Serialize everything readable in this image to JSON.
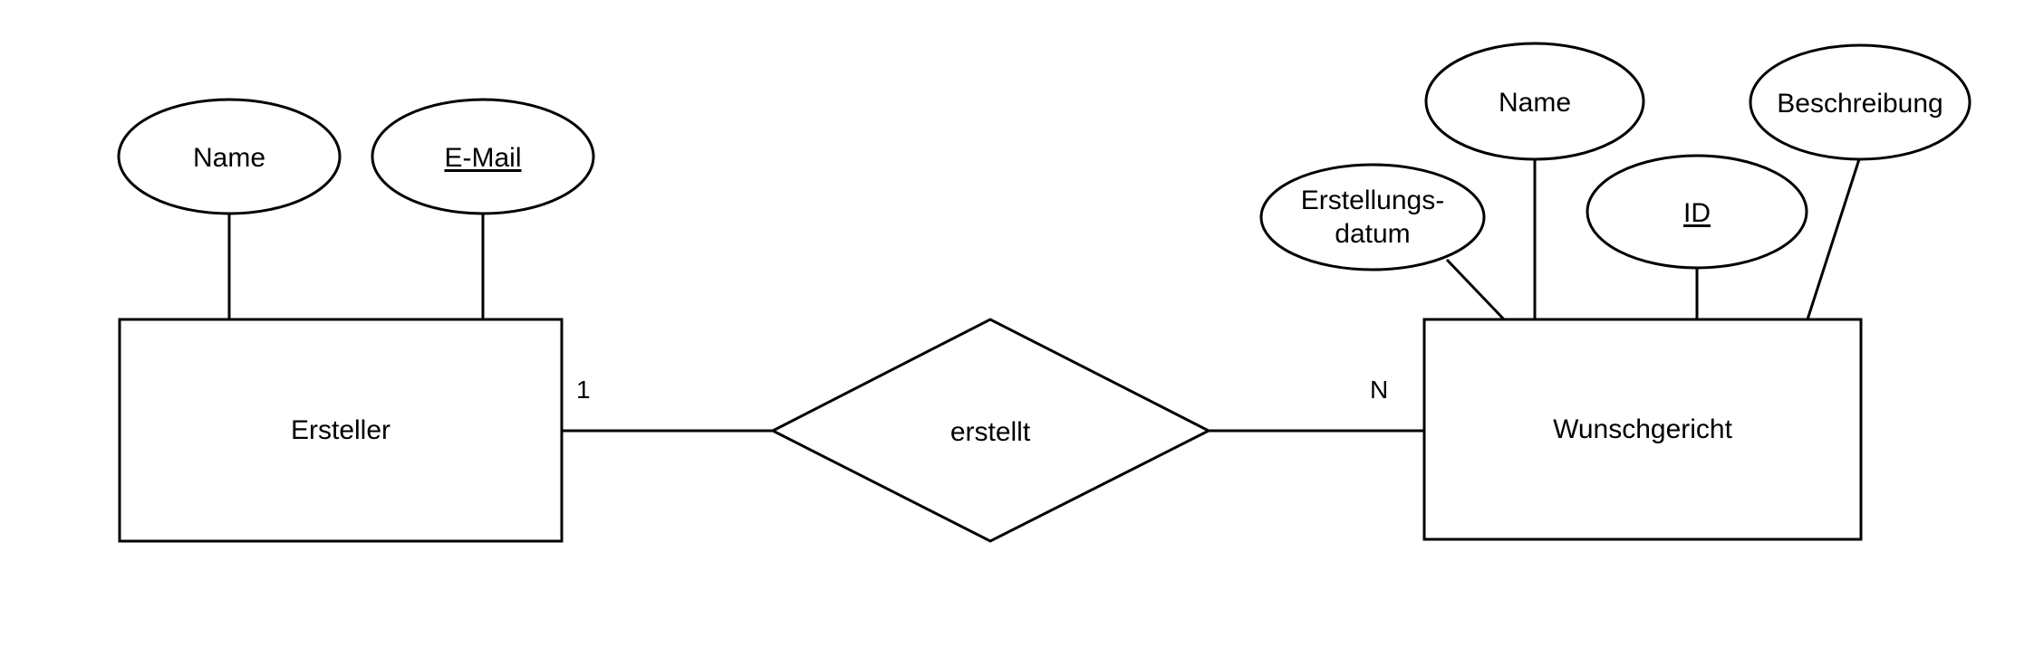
{
  "diagram": {
    "type": "entity-relationship-diagram",
    "notation": "Chen",
    "language": "de",
    "background_color": "#ffffff",
    "stroke_color": "#000000",
    "entities": [
      {
        "id": "ersteller",
        "label": "Ersteller",
        "shape": "rectangle",
        "attributes": [
          {
            "id": "ersteller-name",
            "label": "Name",
            "primary_key": false,
            "shape": "ellipse"
          },
          {
            "id": "ersteller-email",
            "label": "E-Mail",
            "primary_key": true,
            "shape": "ellipse"
          }
        ]
      },
      {
        "id": "wunschgericht",
        "label": "Wunschgericht",
        "shape": "rectangle",
        "attributes": [
          {
            "id": "wg-erstellungsdatum",
            "label_line1": "Erstellungs-",
            "label_line2": "datum",
            "label": "Erstellungs-datum",
            "primary_key": false,
            "shape": "ellipse"
          },
          {
            "id": "wg-name",
            "label": "Name",
            "primary_key": false,
            "shape": "ellipse"
          },
          {
            "id": "wg-id",
            "label": "ID",
            "primary_key": true,
            "shape": "ellipse"
          },
          {
            "id": "wg-beschreibung",
            "label": "Beschreibung",
            "primary_key": false,
            "shape": "ellipse"
          }
        ]
      }
    ],
    "relationships": [
      {
        "id": "erstellt",
        "label": "erstellt",
        "shape": "diamond",
        "left_entity": "ersteller",
        "right_entity": "wunschgericht",
        "left_cardinality": "1",
        "right_cardinality": "N"
      }
    ]
  }
}
